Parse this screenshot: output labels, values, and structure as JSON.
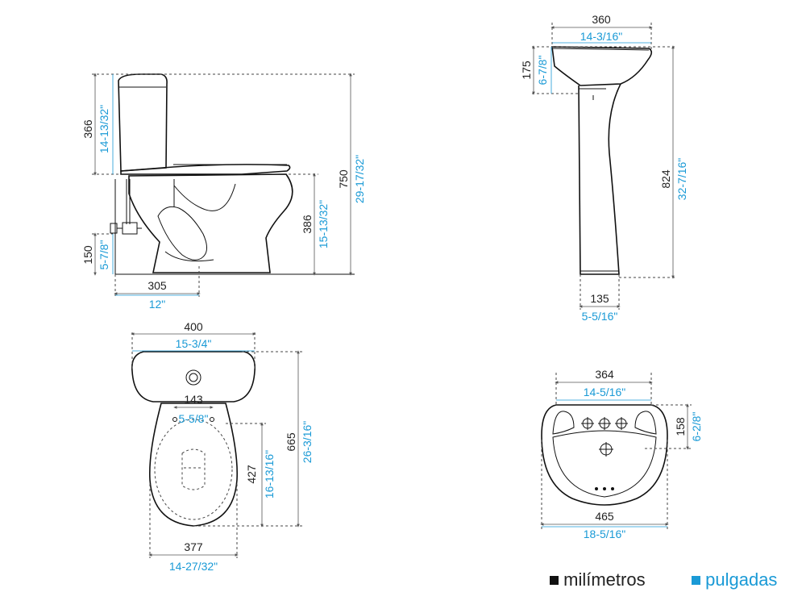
{
  "colors": {
    "mm": "#222222",
    "inches": "#1a9ad6",
    "line": "#111111"
  },
  "legend": {
    "mm_label": "milímetros",
    "in_label": "pulgadas"
  },
  "toilet_side": {
    "tank_h_mm": "366",
    "tank_h_in": "14-13/32\"",
    "inlet_h_mm": "150",
    "inlet_h_in": "5-7/8\"",
    "rough_mm": "305",
    "rough_in": "12\"",
    "seat_h_mm": "386",
    "seat_h_in": "15-13/32\"",
    "total_h_mm": "750",
    "total_h_in": "29-17/32\""
  },
  "toilet_top": {
    "width_mm": "400",
    "width_in": "15-3/4\"",
    "bolt_mm": "143",
    "bolt_in": "5-5/8\"",
    "bowl_len_mm": "427",
    "bowl_len_in": "16-13/16\"",
    "total_len_mm": "665",
    "total_len_in": "26-3/16\"",
    "bowl_w_mm": "377",
    "bowl_w_in": "14-27/32\""
  },
  "pedestal_side": {
    "width_mm": "360",
    "width_in": "14-3/16\"",
    "basin_h_mm": "175",
    "basin_h_in": "6-7/8\"",
    "height_mm": "824",
    "height_in": "32-7/16\"",
    "base_mm": "135",
    "base_in": "5-5/16\""
  },
  "basin_top": {
    "width_mm": "364",
    "width_in": "14-5/16\"",
    "depth_mm": "158",
    "depth_in": "6-2/8\"",
    "total_w_mm": "465",
    "total_w_in": "18-5/16\""
  }
}
